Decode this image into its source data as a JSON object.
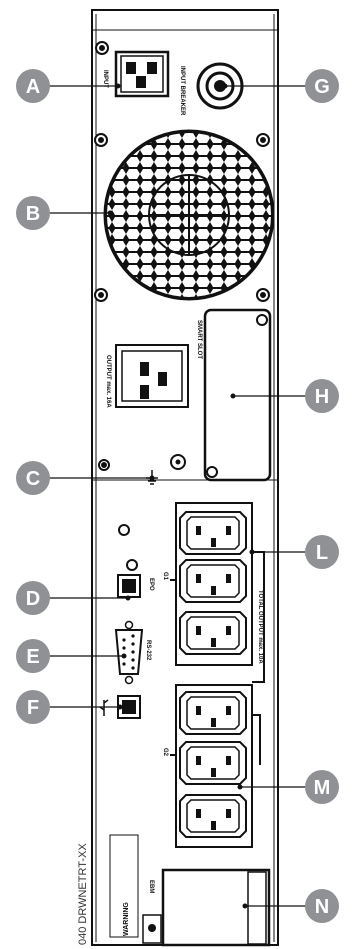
{
  "drawing_id": "040 DRWNETRT-XX",
  "callouts": [
    {
      "letter": "A",
      "part": "ac-input-connector"
    },
    {
      "letter": "B",
      "part": "cooling-fan"
    },
    {
      "letter": "C",
      "part": "ground-screw"
    },
    {
      "letter": "D",
      "part": "epo-port"
    },
    {
      "letter": "E",
      "part": "rs232-port"
    },
    {
      "letter": "F",
      "part": "usb-port"
    },
    {
      "letter": "G",
      "part": "input-circuit-breaker"
    },
    {
      "letter": "H",
      "part": "communication-slot"
    },
    {
      "letter": "L",
      "part": "outlet-group-1"
    },
    {
      "letter": "M",
      "part": "outlet-group-2"
    },
    {
      "letter": "N",
      "part": "battery-connector"
    }
  ],
  "panel_text": {
    "input": "INPUT",
    "breaker": "INPUT BREAKER",
    "smart_slot": "SMART SLOT",
    "output_max": "OUTPUT max. 16A",
    "epo": "EPO",
    "rs232": "RS-232",
    "group1": "G1",
    "group2": "G2",
    "total_output": "TOTAL OUTPUT max. 10A",
    "battery": "EBM",
    "warning": "WARNING"
  },
  "colors": {
    "callout_fill": "#8f9194",
    "callout_text": "#ffffff",
    "line": "#111111",
    "panel_bg": "#ffffff"
  }
}
